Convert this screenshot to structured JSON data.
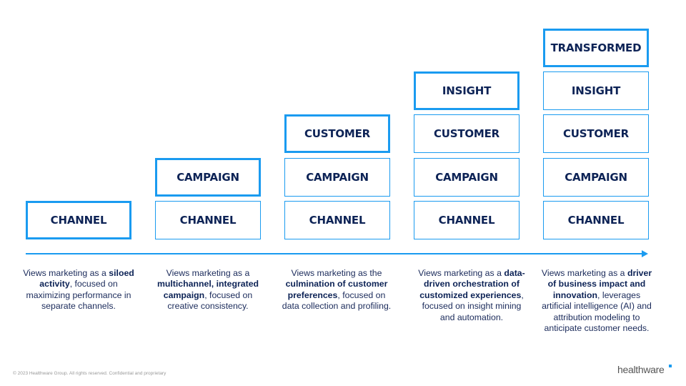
{
  "diagram": {
    "columns": [
      {
        "stack": [
          "CHANNEL"
        ],
        "description": {
          "pre": "Views marketing as a ",
          "bold": "siloed activity",
          "post": ", focused on maximizing performance in separate channels."
        }
      },
      {
        "stack": [
          "CHANNEL",
          "CAMPAIGN"
        ],
        "description": {
          "pre": "Views marketing as a ",
          "bold": "multichannel, integrated campaign",
          "post": ", focused on creative consistency."
        }
      },
      {
        "stack": [
          "CHANNEL",
          "CAMPAIGN",
          "CUSTOMER"
        ],
        "description": {
          "pre": "Views marketing as the ",
          "bold": "culmination of customer preferences",
          "post": ", focused on data collection and profiling."
        }
      },
      {
        "stack": [
          "CHANNEL",
          "CAMPAIGN",
          "CUSTOMER",
          "INSIGHT"
        ],
        "description": {
          "pre": "Views marketing as a ",
          "bold": "data-driven orchestration of customized experiences",
          "post": ", focused on insight mining and automation."
        }
      },
      {
        "stack": [
          "CHANNEL",
          "CAMPAIGN",
          "CUSTOMER",
          "INSIGHT",
          "TRANSFORMED"
        ],
        "description": {
          "pre": "Views marketing as a ",
          "bold": "driver of business impact and innovation",
          "post": ", leverages artificial intelligence (AI) and attribution modeling to anticipate customer needs."
        }
      }
    ]
  },
  "footer": {
    "copyright": "© 2023 Healthware Group. All rights reserved. Confidential and proprietary",
    "logo": "healthware"
  },
  "colors": {
    "accent": "#1a9bf0",
    "text_dark": "#0d2356"
  }
}
